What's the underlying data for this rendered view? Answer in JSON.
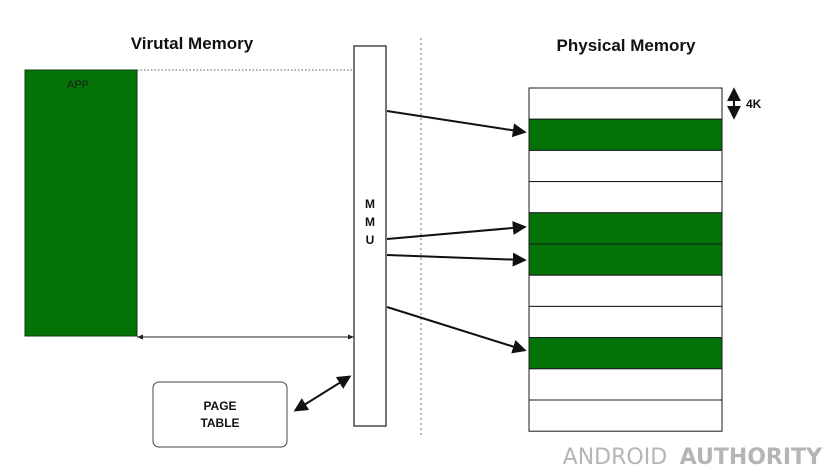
{
  "titles": {
    "virtual": "Virutal Memory",
    "physical": "Physical Memory"
  },
  "app": {
    "label": "APP"
  },
  "mmu": {
    "letters": [
      "M",
      "M",
      "U"
    ]
  },
  "page_table": {
    "line1": "PAGE",
    "line2": "TABLE"
  },
  "page_size": {
    "label": "4K"
  },
  "frames": [
    {
      "state": "free"
    },
    {
      "state": "used"
    },
    {
      "state": "free"
    },
    {
      "state": "free"
    },
    {
      "state": "used"
    },
    {
      "state": "used"
    },
    {
      "state": "free"
    },
    {
      "state": "free"
    },
    {
      "state": "used"
    },
    {
      "state": "free"
    },
    {
      "state": "free"
    }
  ],
  "watermark": {
    "part1": "ANDROID",
    "part2": "AUTHORITY"
  },
  "colors": {
    "used_frame": "#037307",
    "app_block": "#037307",
    "stroke": "#1a1a1a",
    "watermark": "#b5b5b5"
  }
}
